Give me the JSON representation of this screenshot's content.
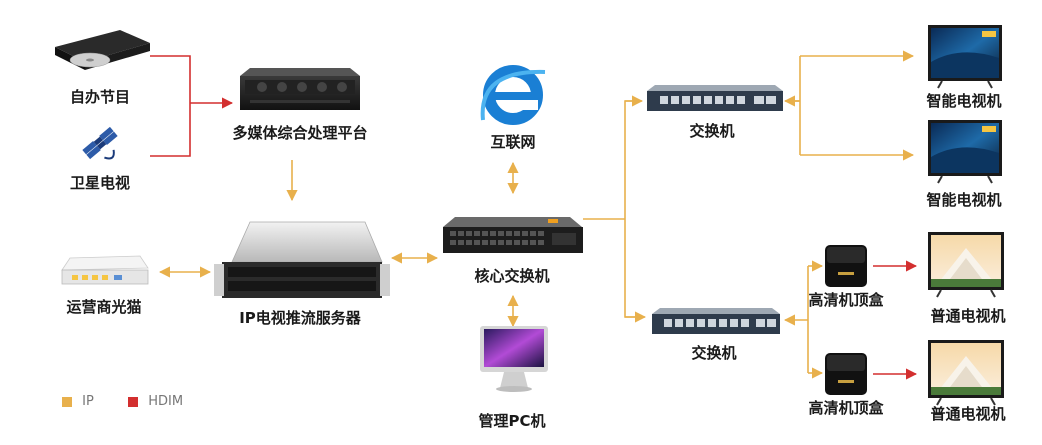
{
  "colors": {
    "ip": "#e8b04c",
    "hdmi": "#d32f2f",
    "label": "#1a1a1a"
  },
  "nodes": {
    "self_program": {
      "label": "自办节目",
      "icon": "dvd-drive-icon"
    },
    "satellite_tv": {
      "label": "卫星电视",
      "icon": "satellite-icon"
    },
    "multimedia_platform": {
      "label": "多媒体综合处理平台",
      "icon": "rack-server-icon"
    },
    "internet": {
      "label": "互联网",
      "icon": "internet-explorer-icon"
    },
    "optical_modem": {
      "label": "运营商光猫",
      "icon": "optical-modem-icon"
    },
    "iptv_server": {
      "label": "IP电视推流服务器",
      "icon": "server-icon"
    },
    "core_switch": {
      "label": "核心交换机",
      "icon": "core-switch-icon"
    },
    "admin_pc": {
      "label": "管理PC机",
      "icon": "imac-icon"
    },
    "switch_top": {
      "label": "交换机",
      "icon": "switch-icon"
    },
    "switch_bottom": {
      "label": "交换机",
      "icon": "switch-icon"
    },
    "smart_tv_1": {
      "label": "智能电视机",
      "icon": "smart-tv-icon"
    },
    "smart_tv_2": {
      "label": "智能电视机",
      "icon": "smart-tv-icon"
    },
    "stb_1": {
      "label": "高清机顶盒",
      "icon": "set-top-box-icon"
    },
    "stb_2": {
      "label": "高清机顶盒",
      "icon": "set-top-box-icon"
    },
    "normal_tv_1": {
      "label": "普通电视机",
      "icon": "tv-icon"
    },
    "normal_tv_2": {
      "label": "普通电视机",
      "icon": "tv-icon"
    }
  },
  "legend": [
    {
      "label": "IP",
      "color": "#e8b04c"
    },
    {
      "label": "HDIM",
      "color": "#d32f2f"
    }
  ]
}
